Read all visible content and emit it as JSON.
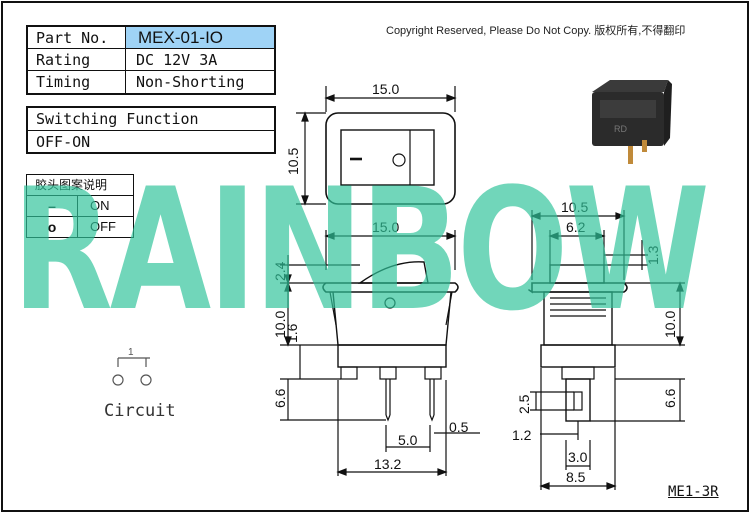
{
  "spec_table": {
    "rows": [
      {
        "label": "Part No.",
        "value": "MEX-01-IO"
      },
      {
        "label": "Rating",
        "value": "DC 12V 3A"
      },
      {
        "label": "Timing",
        "value": "Non-Shorting"
      }
    ]
  },
  "switching_function": {
    "title": "Switching Function",
    "value": "OFF-ON"
  },
  "legend": {
    "title": "胶头图案说明",
    "rows": [
      {
        "symbol": "–",
        "state": "ON"
      },
      {
        "symbol": "o",
        "state": "OFF"
      }
    ]
  },
  "copyright": "Copyright Reserved, Please Do Not Copy. 版权所有,不得翻印",
  "watermark": "RAINBOW",
  "circuit": {
    "label": "Circuit",
    "terminal_number": "1"
  },
  "model_code": "ME1-3R",
  "dimensions": {
    "top_width": "15.0",
    "top_height": "10.5",
    "front_width": "15.0",
    "front_cap": "2.4",
    "front_body": "10.0",
    "front_flange": "1.6",
    "front_terminal": "6.6",
    "terminal_gap": "5.0",
    "terminal_thickness": "0.5",
    "base_width": "13.2",
    "side_width": "10.5",
    "side_cap_width": "6.2",
    "side_cap_height": "1.3",
    "side_body": "10.0",
    "side_terminal": "6.6",
    "side_slot": "2.5",
    "side_pin": "1.2",
    "side_pin_width": "3.0",
    "side_base": "8.5"
  }
}
